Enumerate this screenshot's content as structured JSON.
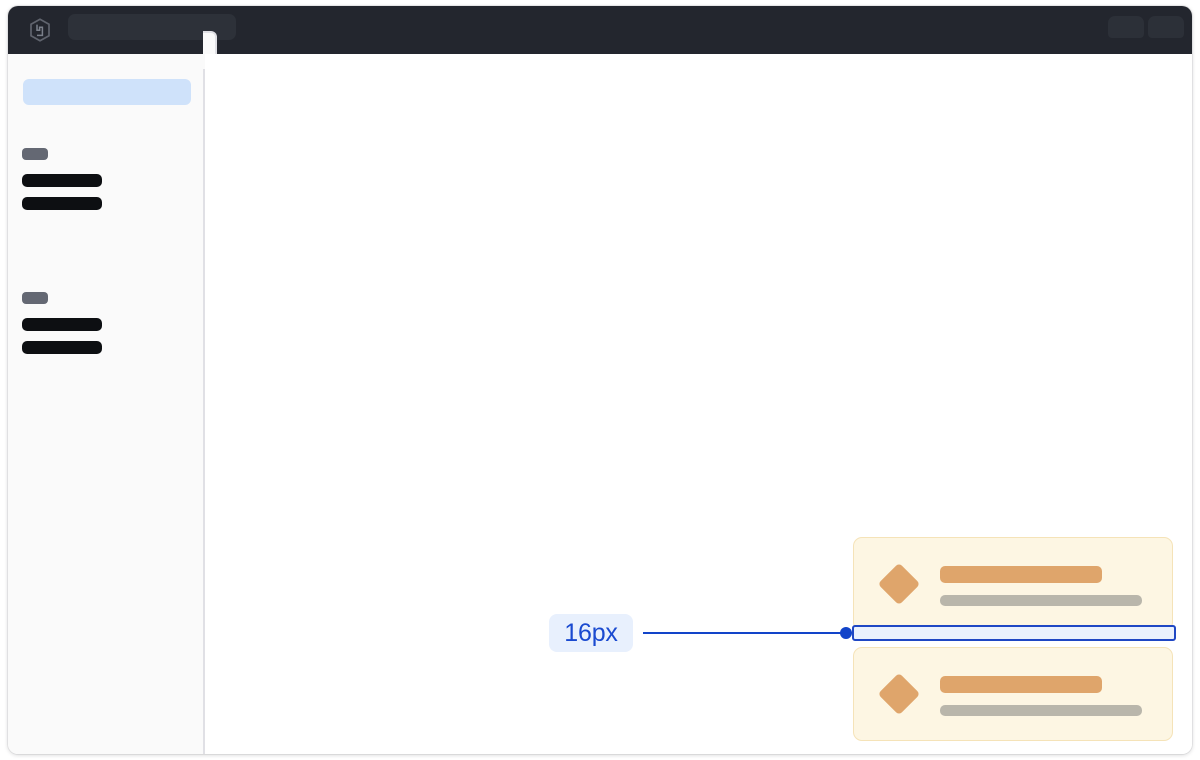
{
  "window": {
    "title": "design-inspector-window"
  },
  "topbar": {
    "logo_icon": "hashicorp-hexagon-logo",
    "search_placeholder": "",
    "search_value": "",
    "actions": [
      {
        "name": "topbar-action-1",
        "label": ""
      },
      {
        "name": "topbar-action-2",
        "label": ""
      }
    ],
    "background_color": "#23262e"
  },
  "sidebar": {
    "active_item": {
      "label": "",
      "highlight_color": "#cfe2fa"
    },
    "tab_handle": {
      "label": "",
      "name": "sidebar-collapse-handle"
    },
    "groups": [
      {
        "label": "",
        "items": [
          {
            "label": ""
          },
          {
            "label": ""
          }
        ]
      },
      {
        "label": "",
        "items": [
          {
            "label": ""
          },
          {
            "label": ""
          }
        ]
      }
    ],
    "background_color": "#fafafa",
    "divider_color": "#e0e0e5"
  },
  "main": {
    "background_color": "#ffffff",
    "cards": [
      {
        "icon": "diamond-icon",
        "title": "",
        "subtitle": "",
        "background_color": "#fdf6e3",
        "border_color": "#f5e3b8",
        "accent_color": "#dfa56b"
      },
      {
        "icon": "diamond-icon",
        "title": "",
        "subtitle": "",
        "background_color": "#fdf6e3",
        "border_color": "#f5e3b8",
        "accent_color": "#dfa56b"
      }
    ]
  },
  "measurement": {
    "label": "16px",
    "value": 16,
    "unit": "px",
    "property": "gap",
    "accent_color": "#1244c9",
    "badge_background": "#e8f0fd",
    "box_fill": "#eaf1fd"
  }
}
